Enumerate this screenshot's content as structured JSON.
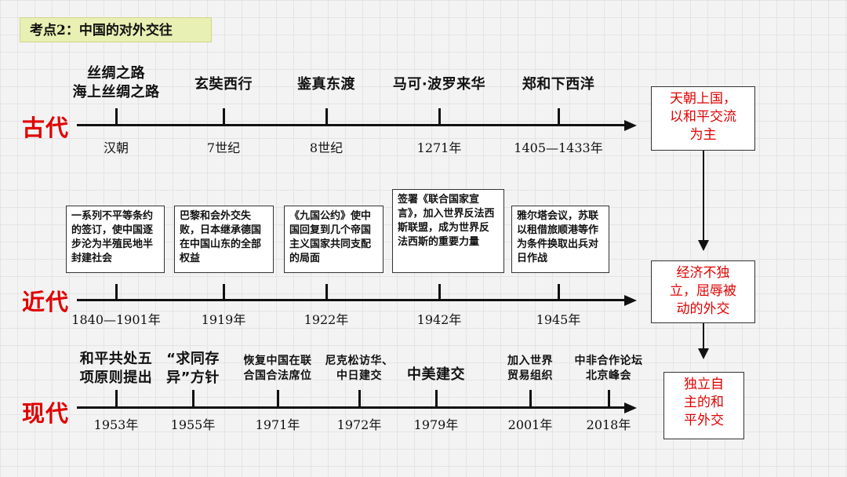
{
  "header": {
    "title": "考点2：中国的对外交往"
  },
  "ancient": {
    "label": "古代",
    "events": [
      {
        "title": "丝绸之路\n海上丝绸之路",
        "date": "汉朝"
      },
      {
        "title": "玄奘西行",
        "date": "7世纪"
      },
      {
        "title": "鉴真东渡",
        "date": "8世纪"
      },
      {
        "title": "马可·波罗来华",
        "date": "1271年"
      },
      {
        "title": "郑和下西洋",
        "date": "1405—1433年"
      }
    ],
    "summary": "天朝上国，\n以和平交流\n为主"
  },
  "modern": {
    "label": "近代",
    "events": [
      {
        "text": "一系列不平等条约的签订，使中国逐步沦为半殖民地半封建社会",
        "date": "1840—1901年"
      },
      {
        "text": "巴黎和会外交失败，日本继承德国在中国山东的全部权益",
        "date": "1919年"
      },
      {
        "text": "《九国公约》使中国回复到几个帝国主义国家共同支配的局面",
        "date": "1922年"
      },
      {
        "text": "签署《联合国家宣言》，加入世界反法西斯联盟，成为世界反法西斯的重要力量",
        "date": "1942年"
      },
      {
        "text": "雅尔塔会议，苏联以租借旅顺港等作为条件换取出兵对日作战",
        "date": "1945年"
      }
    ],
    "summary": "经济不独\n立，屈辱被\n动的外交"
  },
  "contemporary": {
    "label": "现代",
    "events": [
      {
        "title": "和平共处五\n项原则提出",
        "date": "1953年"
      },
      {
        "title": "“求同存\n异”方针",
        "date": "1955年"
      },
      {
        "title": "恢复中国在联\n合国合法席位",
        "date": "1971年"
      },
      {
        "title": "尼克松访华、\n中日建交",
        "date": "1972年"
      },
      {
        "title": "中美建交",
        "date": "1979年"
      },
      {
        "title": "加入世界\n贸易组织",
        "date": "2001年"
      },
      {
        "title": "中非合作论坛\n北京峰会",
        "date": "2018年"
      }
    ],
    "summary": "独立自\n主的和\n平外交"
  },
  "colors": {
    "accent": "#e00000",
    "badge": "#e9f0b3",
    "axis": "#111111"
  }
}
